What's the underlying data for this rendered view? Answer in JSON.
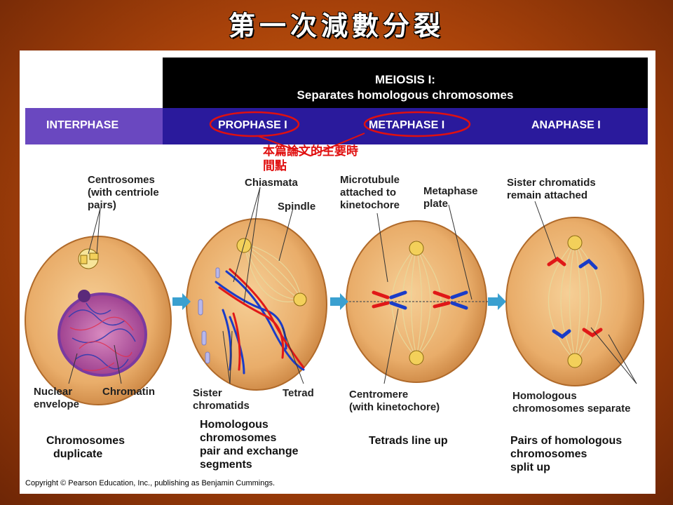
{
  "slide": {
    "title": "第一次減數分裂"
  },
  "header": {
    "meiosis_title": "MEIOSIS I:",
    "meiosis_subtitle": "Separates homologous chromosomes"
  },
  "phases": [
    "INTERPHASE",
    "PROPHASE I",
    "METAPHASE I",
    "ANAPHASE I"
  ],
  "annotation": {
    "line1": "本篇論文的主要時",
    "line2": "間點"
  },
  "labels": {
    "centrosomes": [
      "Centrosomes",
      "(with centriole",
      "pairs)"
    ],
    "nuclear_envelope": [
      "Nuclear",
      "envelope"
    ],
    "chromatin": "Chromatin",
    "chiasmata": "Chiasmata",
    "spindle": "Spindle",
    "sister_chromatids": [
      "Sister",
      "chromatids"
    ],
    "tetrad": "Tetrad",
    "microtubule": [
      "Microtubule",
      "attached to",
      "kinetochore"
    ],
    "metaphase_plate": [
      "Metaphase",
      "plate"
    ],
    "centromere": [
      "Centromere",
      "(with kinetochore)"
    ],
    "sister_attached": [
      "Sister chromatids",
      "remain attached"
    ],
    "homologous_separate": [
      "Homologous",
      "chromosomes separate"
    ]
  },
  "captions": {
    "interphase": [
      "Chromosomes",
      "duplicate"
    ],
    "prophase": [
      "Homologous",
      "chromosomes",
      "pair and exchange",
      "segments"
    ],
    "metaphase": [
      "Tetrads line up"
    ],
    "anaphase": [
      "Pairs of homologous",
      "chromosomes",
      "split up"
    ]
  },
  "copyright": "Copyright © Pearson Education, Inc., publishing as Benjamin Cummings.",
  "colors": {
    "background": "#b8500c",
    "interphase_bar": "#6a48c0",
    "meiosis_bar": "#2a1a9c",
    "highlight": "#e01010",
    "chromosome_red": "#e01818",
    "chromosome_blue": "#1a3cc8",
    "cell": "#e8b070"
  }
}
